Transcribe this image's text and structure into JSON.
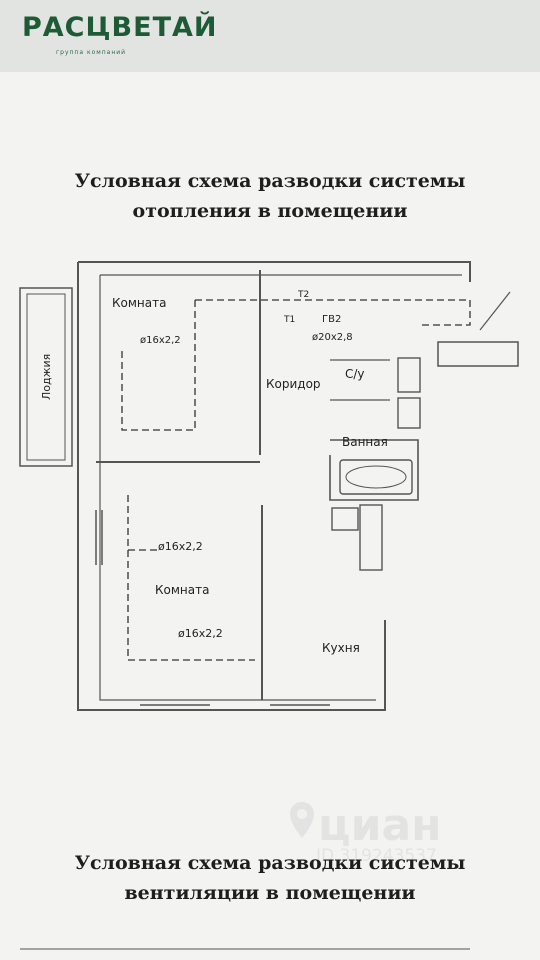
{
  "logo": {
    "name": "РАСЦВЕТАЙ",
    "subtitle": "группа компаний"
  },
  "heating": {
    "title_line1": "Условная схема разводки системы",
    "title_line2": "отопления в помещении"
  },
  "plan": {
    "room_top": "Комната",
    "room_middle": "Комната",
    "corridor": "Коридор",
    "bathroom": "Ванная",
    "toilet": "С/у",
    "kitchen": "Кухня",
    "loggia": "Лоджия",
    "pipe_main": "ø20x2,8",
    "pipe_riser": "ГВ2",
    "pipe_T2": "Т2",
    "pipe_T1": "Т1",
    "pipe_room_top": "ø16x2,2",
    "pipe_room_mid": "ø16x2,2",
    "pipe_room_low": "ø16x2,2"
  },
  "ventilation": {
    "title_line1": "Условная схема разводки системы",
    "title_line2": "вентиляции в помещении"
  },
  "watermark": {
    "name": "циан",
    "id": "ID 319243537"
  }
}
